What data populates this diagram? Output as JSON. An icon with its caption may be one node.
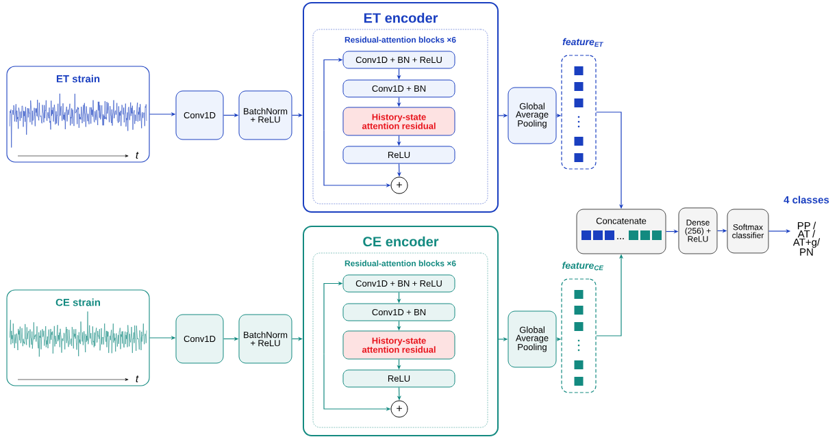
{
  "diagram": {
    "nodes": [
      {
        "text": [
          "ET strain",
          "t"
        ]
      },
      {
        "text": [
          "Conv1D"
        ]
      },
      {
        "text": [
          "BatchNorm + ReLU"
        ]
      },
      {
        "text": [
          "ET encoder"
        ]
      },
      {
        "text": [
          "Residual-attention blocks ×6"
        ],
        "in": 3
      },
      {
        "text": [
          "Conv1D + BN + ReLU"
        ],
        "in": 4
      },
      {
        "text": [
          "Conv1D + BN"
        ],
        "in": 4
      },
      {
        "text": [
          "History-state attention residual"
        ],
        "in": 4
      },
      {
        "text": [
          "ReLU"
        ],
        "in": 4
      },
      {
        "text": [
          "+"
        ],
        "in": 4
      },
      {
        "text": [
          "Global Average Pooling"
        ]
      },
      {
        "text": [
          "feature$_{ET}$"
        ]
      },
      {
        "text": [
          "CE strain",
          "t"
        ]
      },
      {
        "text": [
          "Conv1D"
        ]
      },
      {
        "text": [
          "BatchNorm + ReLU"
        ]
      },
      {
        "text": [
          "CE encoder"
        ]
      },
      {
        "text": [
          "Residual-attention blocks ×6"
        ],
        "in": 15
      },
      {
        "text": [
          "Conv1D + BN + ReLU"
        ],
        "in": 16
      },
      {
        "text": [
          "Conv1D + BN"
        ],
        "in": 16
      },
      {
        "text": [
          "History-state attention residual"
        ],
        "in": 16
      },
      {
        "text": [
          "ReLU"
        ],
        "in": 16
      },
      {
        "text": [
          "+"
        ],
        "in": 16
      },
      {
        "text": [
          "Global Average Pooling"
        ]
      },
      {
        "text": [
          "feature$_{CE}$"
        ]
      },
      {
        "text": [
          "Concatenate"
        ]
      },
      {
        "text": [
          "Dense (256) + ReLU"
        ]
      },
      {
        "text": [
          "Softmax classifier"
        ]
      },
      {
        "text": [
          "4 classes",
          "PP / AT / AT+g/ PN"
        ]
      }
    ],
    "edges": [
      {
        "from": 0,
        "to": 1,
        "arrow": "to"
      },
      {
        "from": 1,
        "to": 2,
        "arrow": "to"
      },
      {
        "from": 2,
        "to": 3,
        "arrow": "to"
      },
      {
        "from": null,
        "to": 5,
        "arrow": "to"
      },
      {
        "from": null,
        "to": 9,
        "arrow": "to"
      },
      {
        "from": 5,
        "to": 6,
        "arrow": "to"
      },
      {
        "from": 6,
        "to": 7,
        "arrow": "to"
      },
      {
        "from": 7,
        "to": 8,
        "arrow": "to"
      },
      {
        "from": 8,
        "to": 9,
        "arrow": "to"
      },
      {
        "from": 3,
        "to": 10,
        "arrow": "to"
      },
      {
        "from": 10,
        "to": 11,
        "arrow": "to"
      },
      {
        "from": 11,
        "to": 24,
        "arrow": "to"
      },
      {
        "from": 12,
        "to": 13,
        "arrow": "to",
        "color": "#138a80"
      },
      {
        "from": 13,
        "to": 14,
        "arrow": "to",
        "color": "#138a80"
      },
      {
        "from": 14,
        "to": 15,
        "arrow": "to",
        "color": "#138a80"
      },
      {
        "from": null,
        "to": 17,
        "arrow": "to",
        "color": "#138a80"
      },
      {
        "from": null,
        "to": 21,
        "arrow": "to",
        "color": "#138a80"
      },
      {
        "from": 17,
        "to": 18,
        "arrow": "to",
        "color": "#138a80"
      },
      {
        "from": 18,
        "to": 19,
        "arrow": "to",
        "color": "#138a80"
      },
      {
        "from": 19,
        "to": 20,
        "arrow": "to",
        "color": "#138a80"
      },
      {
        "from": 20,
        "to": 21,
        "arrow": "to",
        "color": "#138a80"
      },
      {
        "from": 15,
        "to": 22,
        "arrow": "to",
        "color": "#138a80"
      },
      {
        "from": 22,
        "to": 23,
        "arrow": "to",
        "color": "#138a80"
      },
      {
        "from": 23,
        "to": 24,
        "arrow": "to",
        "color": "#138a80"
      },
      {
        "from": 24,
        "to": 25,
        "arrow": "to"
      },
      {
        "from": 25,
        "to": 26,
        "arrow": "to"
      },
      {
        "from": 26,
        "to": 27,
        "arrow": "to"
      }
    ]
  }
}
